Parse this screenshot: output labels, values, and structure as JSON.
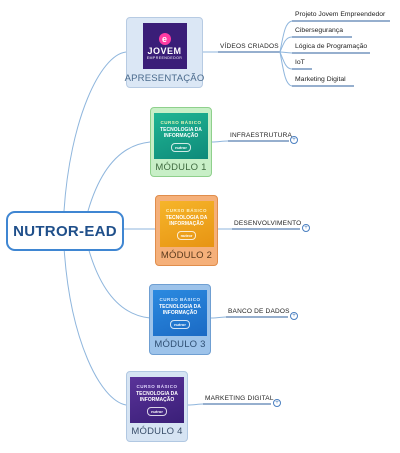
{
  "root": {
    "label": "NUTROR-EAD"
  },
  "apresentacao": {
    "label": "APRESENTAÇÃO",
    "thumb_title": "JOVEM",
    "thumb_subtitle": "EMPREENDEDOR",
    "branch": "VÍDEOS CRIADOS",
    "items": [
      "Projeto Jovem Empreendedor",
      "Cibersegurança",
      "Lógica de Programação",
      "IoT",
      "Marketing Digital"
    ]
  },
  "modules": [
    {
      "label": "MÓDULO 1",
      "thumb_top": "CURSO BÁSICO",
      "thumb_title": "TECNOLOGIA DA INFORMAÇÃO",
      "thumb_logo": "nutror",
      "branch": "INFRAESTRUTURA",
      "expand_symbol": "+"
    },
    {
      "label": "MÓDULO 2",
      "thumb_top": "CURSO BÁSICO",
      "thumb_title": "TECNOLOGIA DA INFORMAÇÃO",
      "thumb_logo": "nutror",
      "branch": "DESENVOLVIMENTO",
      "expand_symbol": "+"
    },
    {
      "label": "MÓDULO 3",
      "thumb_top": "CURSO BÁSICO",
      "thumb_title": "TECNOLOGIA DA INFORMAÇÃO",
      "thumb_logo": "nutror",
      "branch": "BANCO DE DADOS",
      "expand_symbol": "+"
    },
    {
      "label": "MÓDULO 4",
      "thumb_top": "CURSO BÁSICO",
      "thumb_title": "TECNOLOGIA DA INFORMAÇÃO",
      "thumb_logo": "nutror",
      "branch": "MARKETING DIGITAL",
      "expand_symbol": "+"
    }
  ],
  "colors": {
    "connector": "#8fb6dd",
    "branch_underline": "#2c5f9e",
    "apresentacao_card": "#dbe7f5",
    "module1_card": "#c8efc7",
    "module1_thumb": "#16a08a",
    "module2_card": "#f5b07a",
    "module2_thumb": "#f0a21e",
    "module3_card": "#9dc3ea",
    "module3_thumb": "#1f7bd6",
    "module4_card": "#d6e4f3",
    "module4_thumb": "#4b2a8c",
    "apresentacao_thumb": "#3a1e78"
  }
}
